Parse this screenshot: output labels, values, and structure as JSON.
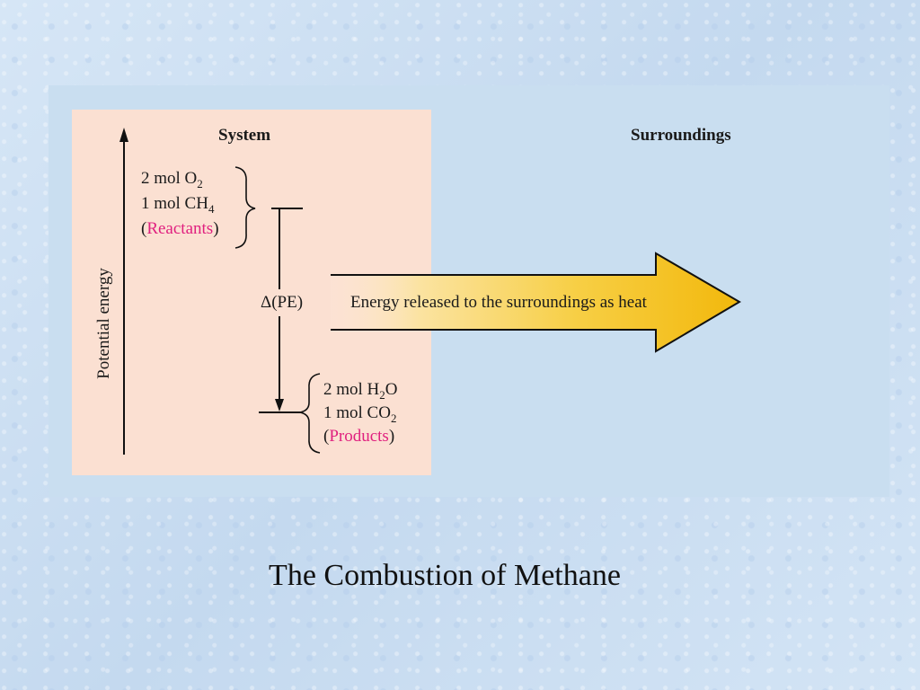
{
  "diagram": {
    "system_label": "System",
    "surroundings_label": "Surroundings",
    "y_axis_label": "Potential energy",
    "reactants": {
      "line1": "2 mol O",
      "line1_sub": "2",
      "line2": "1 mol CH",
      "line2_sub": "4",
      "paren_open": "(",
      "tag": "Reactants",
      "paren_close": ")"
    },
    "products": {
      "line1_a": "2 mol H",
      "line1_sub": "2",
      "line1_b": "O",
      "line2": "1 mol CO",
      "line2_sub": "2",
      "paren_open": "(",
      "tag": "Products",
      "paren_close": ")"
    },
    "delta_label": "Δ(PE)",
    "arrow_text": "Energy released to the surroundings as heat"
  },
  "colors": {
    "system_box": "#fbe0d2",
    "surroundings_panel": "#c9def0",
    "highlight": "#e0207f",
    "arrow_fill": "#f4c21a"
  },
  "caption": "The Combustion of Methane"
}
